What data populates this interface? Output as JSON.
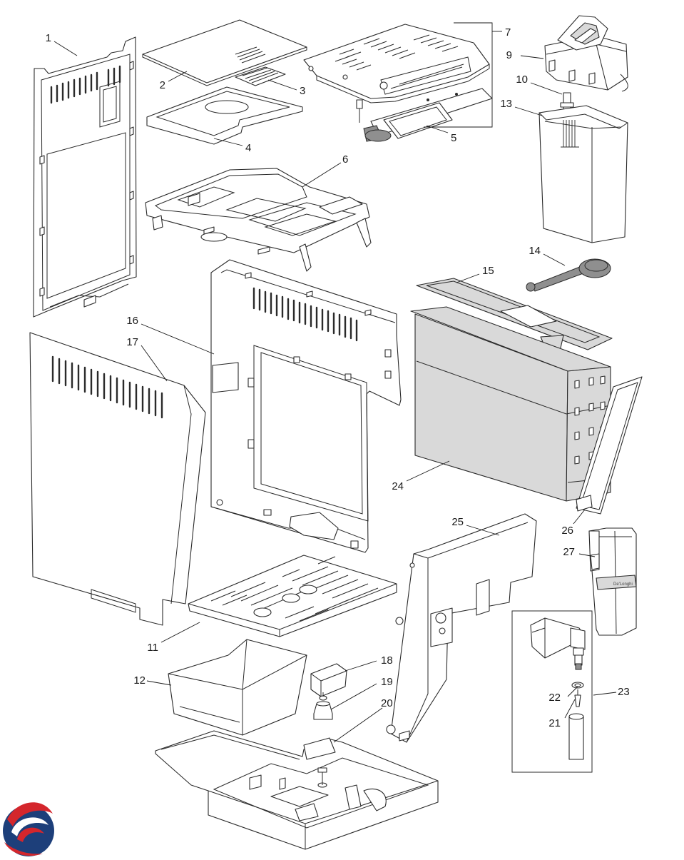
{
  "parts": [
    {
      "id": "part-1",
      "number": "1"
    },
    {
      "id": "part-2",
      "number": "2"
    },
    {
      "id": "part-3",
      "number": "3"
    },
    {
      "id": "part-4",
      "number": "4"
    },
    {
      "id": "part-5",
      "number": "5"
    },
    {
      "id": "part-6",
      "number": "6"
    },
    {
      "id": "part-7",
      "number": "7"
    },
    {
      "id": "part-9",
      "number": "9"
    },
    {
      "id": "part-10",
      "number": "10"
    },
    {
      "id": "part-11",
      "number": "11"
    },
    {
      "id": "part-12",
      "number": "12"
    },
    {
      "id": "part-13",
      "number": "13"
    },
    {
      "id": "part-14",
      "number": "14"
    },
    {
      "id": "part-15",
      "number": "15"
    },
    {
      "id": "part-16",
      "number": "16"
    },
    {
      "id": "part-17",
      "number": "17"
    },
    {
      "id": "part-18",
      "number": "18"
    },
    {
      "id": "part-19",
      "number": "19"
    },
    {
      "id": "part-20",
      "number": "20"
    },
    {
      "id": "part-21",
      "number": "21"
    },
    {
      "id": "part-22",
      "number": "22"
    },
    {
      "id": "part-23",
      "number": "23"
    },
    {
      "id": "part-24",
      "number": "24"
    },
    {
      "id": "part-25",
      "number": "25"
    },
    {
      "id": "part-26",
      "number": "26"
    },
    {
      "id": "part-27",
      "number": "27"
    }
  ],
  "brand_mark": {
    "label": "De'Longhi"
  },
  "colors": {
    "outline": "#2a2a2a",
    "shaded": "#d9d9d9",
    "logo_red": "#d4262c",
    "logo_blue": "#1d3f7a"
  }
}
